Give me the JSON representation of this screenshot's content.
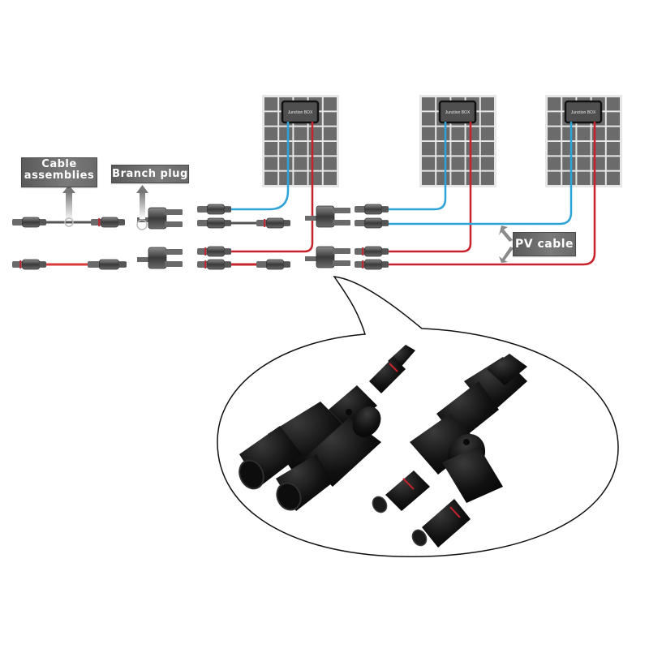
{
  "diagram": {
    "title": "Solar PV branch connector system",
    "labels": {
      "cable_assemblies": "Cable assemblies",
      "cable_assemblies_line1": "Cable",
      "cable_assemblies_line2": "assemblies",
      "branch_plug": "Branch plug",
      "pv_cable": "PV cable"
    },
    "panels": [
      {
        "name": "solar-panel-1",
        "junction_box_label": "Junction BOX"
      },
      {
        "name": "solar-panel-2",
        "junction_box_label": "Junction BOX"
      },
      {
        "name": "solar-panel-3",
        "junction_box_label": "Junction BOX"
      }
    ],
    "panel_grid": {
      "columns": 5,
      "rows": 6
    },
    "callout": {
      "subject": "Y-branch connectors (male and female) close-up photo"
    },
    "colors": {
      "positive_wire": "#c8232c",
      "negative_wire": "#2ea3d8",
      "label_background": "#6a6a6a",
      "panel_cell": "#6b6b6b",
      "panel_frame": "#e6e6e6",
      "connector_body": "#2a2a2a"
    }
  }
}
